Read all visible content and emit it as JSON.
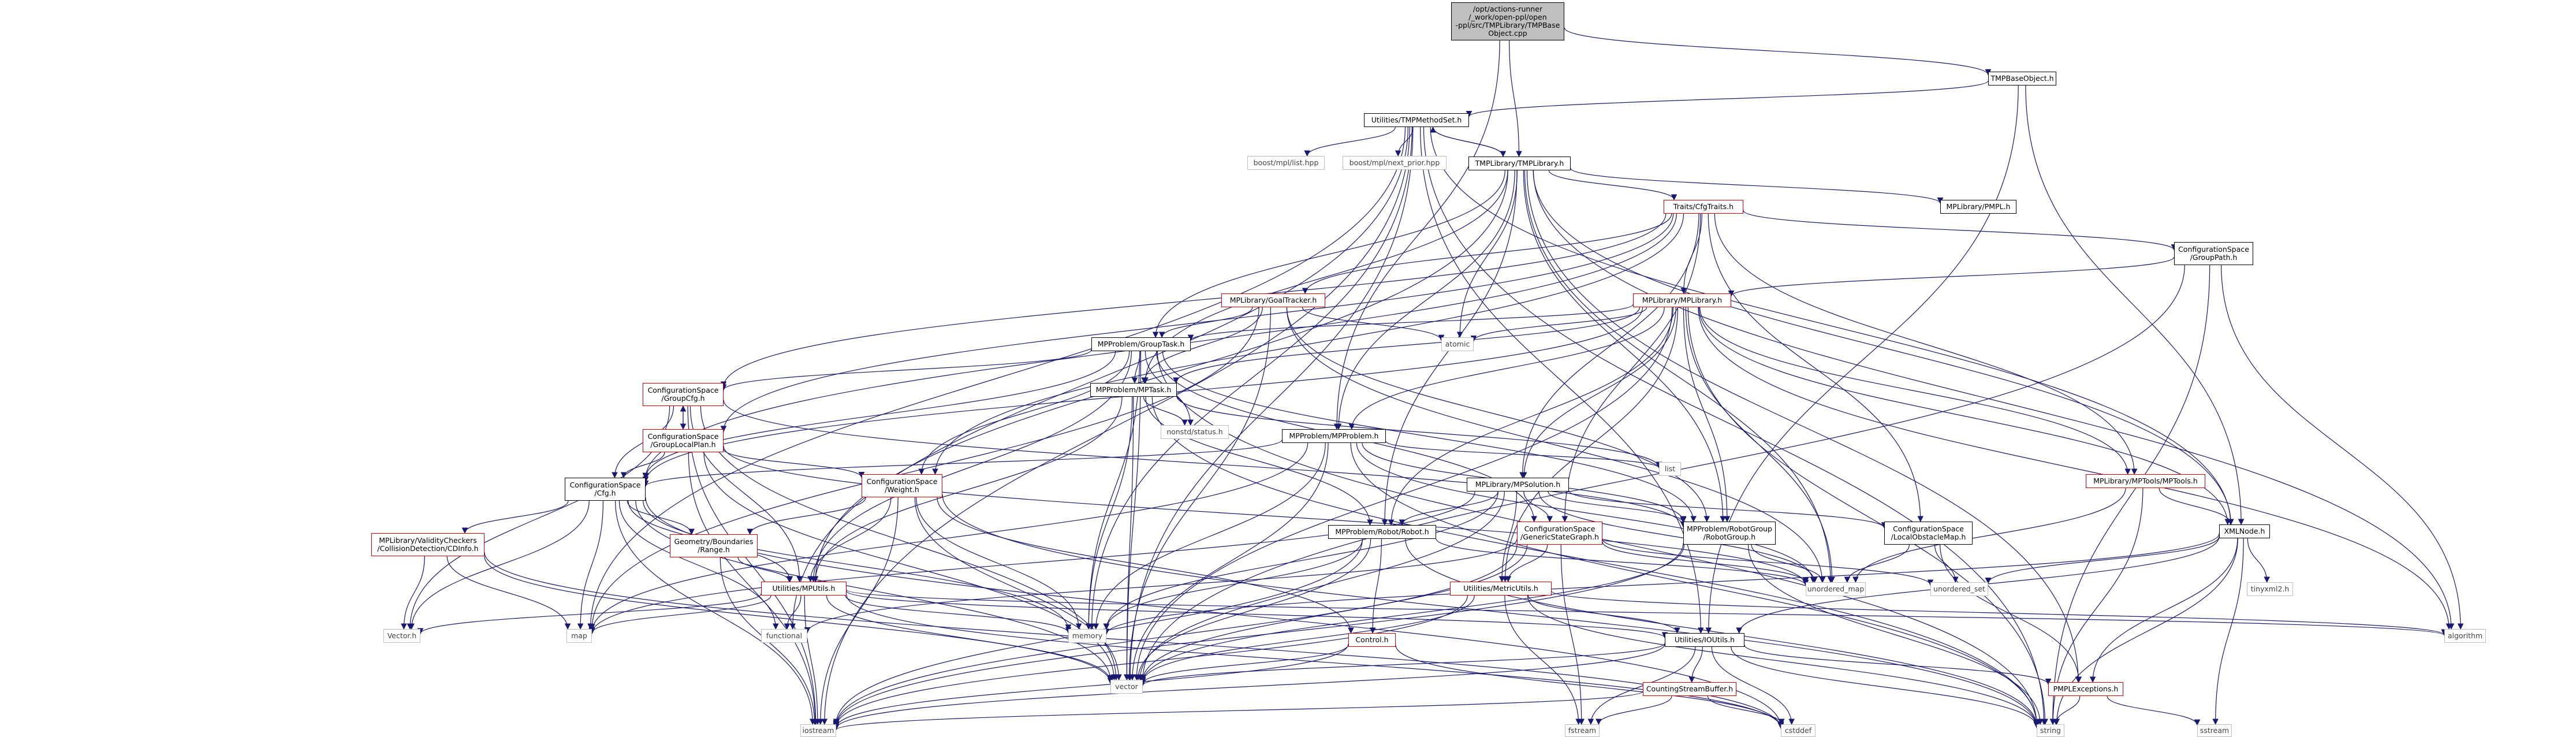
{
  "colors": {
    "edge": "#191970",
    "edge_alt": "#5b5b9a",
    "red_border": "#cc0000",
    "root_fill": "#bfbfbf"
  },
  "nodes": [
    {
      "id": "root",
      "label": "/opt/actions-runner\n/_work/open-ppl/open\n-ppl/src/TMPLibrary/TMPBase\nObject.cpp",
      "style": "root"
    },
    {
      "id": "tmpbaseobject_h",
      "label": "TMPBaseObject.h",
      "style": "normal"
    },
    {
      "id": "tmpmethodset",
      "label": "Utilities/TMPMethodSet.h",
      "style": "normal"
    },
    {
      "id": "tmplibrary_h",
      "label": "TMPLibrary/TMPLibrary.h",
      "style": "normal"
    },
    {
      "id": "boost_list",
      "label": "boost/mpl/list.hpp",
      "style": "grey"
    },
    {
      "id": "boost_next",
      "label": "boost/mpl/next_prior.hpp",
      "style": "grey"
    },
    {
      "id": "cfgtraits",
      "label": "Traits/CfgTraits.h",
      "style": "red"
    },
    {
      "id": "pmpl_h",
      "label": "MPLibrary/PMPL.h",
      "style": "normal"
    },
    {
      "id": "grouppath",
      "label": "ConfigurationSpace\n/GroupPath.h",
      "style": "normal"
    },
    {
      "id": "goaltracker",
      "label": "MPLibrary/GoalTracker.h",
      "style": "red"
    },
    {
      "id": "mplibrary",
      "label": "MPLibrary/MPLibrary.h",
      "style": "red"
    },
    {
      "id": "atomic",
      "label": "atomic",
      "style": "grey"
    },
    {
      "id": "grouptask",
      "label": "MPProblem/GroupTask.h",
      "style": "normal"
    },
    {
      "id": "groupcfg",
      "label": "ConfigurationSpace\n/GroupCfg.h",
      "style": "red"
    },
    {
      "id": "mptask",
      "label": "MPProblem/MPTask.h",
      "style": "normal"
    },
    {
      "id": "nonstd",
      "label": "nonstd/status.h",
      "style": "grey"
    },
    {
      "id": "grouplocalplan",
      "label": "ConfigurationSpace\n/GroupLocalPlan.h",
      "style": "red"
    },
    {
      "id": "mpproblem",
      "label": "MPProblem/MPProblem.h",
      "style": "normal"
    },
    {
      "id": "list",
      "label": "list",
      "style": "grey"
    },
    {
      "id": "cfg",
      "label": "ConfigurationSpace\n/Cfg.h",
      "style": "normal"
    },
    {
      "id": "weight",
      "label": "ConfigurationSpace\n/Weight.h",
      "style": "red"
    },
    {
      "id": "mpsolution",
      "label": "MPLibrary/MPSolution.h",
      "style": "normal"
    },
    {
      "id": "mptools",
      "label": "MPLibrary/MPTools/MPTools.h",
      "style": "red"
    },
    {
      "id": "validity",
      "label": "MPLibrary/ValidityCheckers\n/CollisionDetection/CDInfo.h",
      "style": "red"
    },
    {
      "id": "range",
      "label": "Geometry/Boundaries\n/Range.h",
      "style": "red"
    },
    {
      "id": "robot",
      "label": "MPProblem/Robot/Robot.h",
      "style": "normal"
    },
    {
      "id": "genericstategraph",
      "label": "ConfigurationSpace\n/GenericStateGraph.h",
      "style": "red"
    },
    {
      "id": "robotgroup",
      "label": "MPProblem/RobotGroup\n/RobotGroup.h",
      "style": "normal"
    },
    {
      "id": "localobstaclemap",
      "label": "ConfigurationSpace\n/LocalObstacleMap.h",
      "style": "normal"
    },
    {
      "id": "xmlnode",
      "label": "XMLNode.h",
      "style": "normal"
    },
    {
      "id": "mputils",
      "label": "Utilities/MPUtils.h",
      "style": "red"
    },
    {
      "id": "metricutils",
      "label": "Utilities/MetricUtils.h",
      "style": "red"
    },
    {
      "id": "unordered_map",
      "label": "unordered_map",
      "style": "grey"
    },
    {
      "id": "unordered_set",
      "label": "unordered_set",
      "style": "grey"
    },
    {
      "id": "tinyxml2",
      "label": "tinyxml2.h",
      "style": "grey"
    },
    {
      "id": "vector_h",
      "label": "Vector.h",
      "style": "grey"
    },
    {
      "id": "map",
      "label": "map",
      "style": "grey"
    },
    {
      "id": "functional",
      "label": "functional",
      "style": "grey"
    },
    {
      "id": "memory",
      "label": "memory",
      "style": "grey"
    },
    {
      "id": "control",
      "label": "Control.h",
      "style": "red"
    },
    {
      "id": "ioutils",
      "label": "Utilities/IOUtils.h",
      "style": "normal"
    },
    {
      "id": "algorithm",
      "label": "algorithm",
      "style": "grey"
    },
    {
      "id": "vector",
      "label": "vector",
      "style": "grey"
    },
    {
      "id": "countingstreambuffer",
      "label": "CountingStreamBuffer.h",
      "style": "red"
    },
    {
      "id": "pmplexceptions",
      "label": "PMPLExceptions.h",
      "style": "red"
    },
    {
      "id": "iostream",
      "label": "iostream",
      "style": "grey"
    },
    {
      "id": "fstream",
      "label": "fstream",
      "style": "grey"
    },
    {
      "id": "cstddef",
      "label": "cstddef",
      "style": "grey"
    },
    {
      "id": "string",
      "label": "string",
      "style": "grey"
    },
    {
      "id": "sstream",
      "label": "sstream",
      "style": "grey"
    }
  ],
  "edges": [
    [
      "root",
      "tmpbaseobject_h"
    ],
    [
      "root",
      "tmplibrary_h"
    ],
    [
      "root",
      "mpproblem"
    ],
    [
      "tmpbaseobject_h",
      "tmpmethodset"
    ],
    [
      "tmpbaseobject_h",
      "xmlnode"
    ],
    [
      "tmpbaseobject_h",
      "ioutils"
    ],
    [
      "tmpmethodset",
      "boost_list"
    ],
    [
      "tmpmethodset",
      "boost_next"
    ],
    [
      "tmpmethodset",
      "tmplibrary_h"
    ],
    [
      "tmpmethodset",
      "iostream"
    ],
    [
      "tmpmethodset",
      "string"
    ],
    [
      "tmpmethodset",
      "map"
    ],
    [
      "tmpmethodset",
      "memory"
    ],
    [
      "tmpmethodset",
      "vector"
    ],
    [
      "tmpmethodset",
      "xmlnode"
    ],
    [
      "tmpmethodset",
      "ioutils"
    ],
    [
      "tmpmethodset",
      "functional"
    ],
    [
      "tmplibrary_h",
      "tmpmethodset"
    ],
    [
      "tmplibrary_h",
      "cfgtraits"
    ],
    [
      "tmplibrary_h",
      "pmpl_h"
    ],
    [
      "tmplibrary_h",
      "grouptask"
    ],
    [
      "tmplibrary_h",
      "mptask"
    ],
    [
      "tmplibrary_h",
      "mpproblem"
    ],
    [
      "tmplibrary_h",
      "robot"
    ],
    [
      "tmplibrary_h",
      "robotgroup"
    ],
    [
      "tmplibrary_h",
      "mputils"
    ],
    [
      "tmplibrary_h",
      "atomic"
    ],
    [
      "tmplibrary_h",
      "xmlnode"
    ],
    [
      "tmplibrary_h",
      "unordered_map"
    ],
    [
      "tmplibrary_h",
      "algorithm"
    ],
    [
      "tmplibrary_h",
      "pmplexceptions"
    ],
    [
      "cfgtraits",
      "grouppath"
    ],
    [
      "cfgtraits",
      "goaltracker"
    ],
    [
      "cfgtraits",
      "mplibrary"
    ],
    [
      "cfgtraits",
      "groupcfg"
    ],
    [
      "cfgtraits",
      "grouplocalplan"
    ],
    [
      "cfgtraits",
      "weight"
    ],
    [
      "cfgtraits",
      "mpsolution"
    ],
    [
      "cfgtraits",
      "genericstategraph"
    ],
    [
      "cfgtraits",
      "localobstaclemap"
    ],
    [
      "cfgtraits",
      "mptools"
    ],
    [
      "cfgtraits",
      "cfg"
    ],
    [
      "grouppath",
      "mplibrary"
    ],
    [
      "grouppath",
      "algorithm"
    ],
    [
      "grouppath",
      "vector"
    ],
    [
      "grouppath",
      "string"
    ],
    [
      "goaltracker",
      "grouptask"
    ],
    [
      "goaltracker",
      "mptask"
    ],
    [
      "goaltracker",
      "atomic"
    ],
    [
      "goaltracker",
      "unordered_map"
    ],
    [
      "goaltracker",
      "vector"
    ],
    [
      "goaltracker",
      "map"
    ],
    [
      "goaltracker",
      "robotgroup"
    ],
    [
      "mplibrary",
      "grouptask"
    ],
    [
      "mplibrary",
      "mptask"
    ],
    [
      "mplibrary",
      "mpproblem"
    ],
    [
      "mplibrary",
      "mpsolution"
    ],
    [
      "mplibrary",
      "mptools"
    ],
    [
      "mplibrary",
      "atomic"
    ],
    [
      "mplibrary",
      "robot"
    ],
    [
      "mplibrary",
      "robotgroup"
    ],
    [
      "mplibrary",
      "unordered_map"
    ],
    [
      "mplibrary",
      "metricutils"
    ],
    [
      "mplibrary",
      "xmlnode"
    ],
    [
      "mplibrary",
      "algorithm"
    ],
    [
      "mplibrary",
      "string"
    ],
    [
      "mplibrary",
      "vector"
    ],
    [
      "mplibrary",
      "cfg"
    ],
    [
      "grouptask",
      "groupcfg"
    ],
    [
      "grouptask",
      "mptask"
    ],
    [
      "grouptask",
      "nonstd"
    ],
    [
      "grouptask",
      "weight"
    ],
    [
      "grouptask",
      "memory"
    ],
    [
      "grouptask",
      "vector"
    ],
    [
      "grouptask",
      "robotgroup"
    ],
    [
      "grouptask",
      "genericstategraph"
    ],
    [
      "grouptask",
      "mputils"
    ],
    [
      "grouptask",
      "string"
    ],
    [
      "grouptask",
      "cfg"
    ],
    [
      "groupcfg",
      "grouplocalplan"
    ],
    [
      "groupcfg",
      "cfg"
    ],
    [
      "groupcfg",
      "vector_h"
    ],
    [
      "groupcfg",
      "iostream"
    ],
    [
      "groupcfg",
      "robotgroup"
    ],
    [
      "groupcfg",
      "vector"
    ],
    [
      "groupcfg",
      "mputils"
    ],
    [
      "grouplocalplan",
      "groupcfg"
    ],
    [
      "grouplocalplan",
      "cfg"
    ],
    [
      "grouplocalplan",
      "weight"
    ],
    [
      "grouplocalplan",
      "vector"
    ],
    [
      "grouplocalplan",
      "iostream"
    ],
    [
      "grouplocalplan",
      "unordered_map"
    ],
    [
      "mptask",
      "nonstd"
    ],
    [
      "mptask",
      "memory"
    ],
    [
      "mptask",
      "vector"
    ],
    [
      "mptask",
      "string"
    ],
    [
      "mptask",
      "mputils"
    ],
    [
      "mptask",
      "list"
    ],
    [
      "mptask",
      "robot"
    ],
    [
      "mpproblem",
      "cfg"
    ],
    [
      "mpproblem",
      "list"
    ],
    [
      "mpproblem",
      "memory"
    ],
    [
      "mpproblem",
      "vector"
    ],
    [
      "mpproblem",
      "string"
    ],
    [
      "mpproblem",
      "unordered_map"
    ],
    [
      "mpproblem",
      "robotgroup"
    ],
    [
      "mpproblem",
      "map"
    ],
    [
      "cfg",
      "validity"
    ],
    [
      "cfg",
      "range"
    ],
    [
      "cfg",
      "mputils"
    ],
    [
      "cfg",
      "vector_h"
    ],
    [
      "cfg",
      "map"
    ],
    [
      "cfg",
      "iostream"
    ],
    [
      "cfg",
      "vector"
    ],
    [
      "cfg",
      "memory"
    ],
    [
      "cfg",
      "functional"
    ],
    [
      "cfg",
      "cstddef"
    ],
    [
      "weight",
      "range"
    ],
    [
      "weight",
      "mputils"
    ],
    [
      "weight",
      "iostream"
    ],
    [
      "weight",
      "vector"
    ],
    [
      "weight",
      "string"
    ],
    [
      "weight",
      "control"
    ],
    [
      "weight",
      "memory"
    ],
    [
      "mpsolution",
      "robot"
    ],
    [
      "mpsolution",
      "genericstategraph"
    ],
    [
      "mpsolution",
      "robotgroup"
    ],
    [
      "mpsolution",
      "localobstaclemap"
    ],
    [
      "mpsolution",
      "metricutils"
    ],
    [
      "mpsolution",
      "unordered_map"
    ],
    [
      "mpsolution",
      "memory"
    ],
    [
      "mpsolution",
      "vector"
    ],
    [
      "mpsolution",
      "map"
    ],
    [
      "mptools",
      "xmlnode"
    ],
    [
      "mptools",
      "unordered_map"
    ],
    [
      "mptools",
      "string"
    ],
    [
      "validity",
      "vector_h"
    ],
    [
      "validity",
      "map"
    ],
    [
      "validity",
      "vector"
    ],
    [
      "validity",
      "cstddef"
    ],
    [
      "range",
      "mputils"
    ],
    [
      "range",
      "iostream"
    ],
    [
      "robot",
      "control"
    ],
    [
      "robot",
      "memory"
    ],
    [
      "robot",
      "vector"
    ],
    [
      "robot",
      "string"
    ],
    [
      "robot",
      "unordered_map"
    ],
    [
      "robot",
      "iostream"
    ],
    [
      "genericstategraph",
      "metricutils"
    ],
    [
      "genericstategraph",
      "unordered_map"
    ],
    [
      "genericstategraph",
      "unordered_set"
    ],
    [
      "genericstategraph",
      "vector"
    ],
    [
      "genericstategraph",
      "iostream"
    ],
    [
      "genericstategraph",
      "fstream"
    ],
    [
      "genericstategraph",
      "functional"
    ],
    [
      "robotgroup",
      "vector"
    ],
    [
      "robotgroup",
      "string"
    ],
    [
      "robotgroup",
      "unordered_map"
    ],
    [
      "robotgroup",
      "iostream"
    ],
    [
      "localobstaclemap",
      "unordered_map"
    ],
    [
      "localobstaclemap",
      "unordered_set"
    ],
    [
      "localobstaclemap",
      "pmplexceptions"
    ],
    [
      "xmlnode",
      "tinyxml2"
    ],
    [
      "xmlnode",
      "pmplexceptions"
    ],
    [
      "xmlnode",
      "string"
    ],
    [
      "xmlnode",
      "unordered_set"
    ],
    [
      "xmlnode",
      "ioutils"
    ],
    [
      "xmlnode",
      "memory"
    ],
    [
      "xmlnode",
      "sstream"
    ],
    [
      "mputils",
      "vector_h"
    ],
    [
      "mputils",
      "map"
    ],
    [
      "mputils",
      "functional"
    ],
    [
      "mputils",
      "memory"
    ],
    [
      "mputils",
      "vector"
    ],
    [
      "mputils",
      "iostream"
    ],
    [
      "mputils",
      "ioutils"
    ],
    [
      "mputils",
      "algorithm"
    ],
    [
      "mputils",
      "cstddef"
    ],
    [
      "metricutils",
      "ioutils"
    ],
    [
      "metricutils",
      "iostream"
    ],
    [
      "metricutils",
      "fstream"
    ],
    [
      "metricutils",
      "string"
    ],
    [
      "metricutils",
      "vector"
    ],
    [
      "metricutils",
      "algorithm"
    ],
    [
      "control",
      "iostream"
    ],
    [
      "control",
      "vector"
    ],
    [
      "control",
      "cstddef"
    ],
    [
      "ioutils",
      "countingstreambuffer"
    ],
    [
      "ioutils",
      "pmplexceptions"
    ],
    [
      "ioutils",
      "vector"
    ],
    [
      "ioutils",
      "string"
    ],
    [
      "ioutils",
      "fstream"
    ],
    [
      "ioutils",
      "iostream"
    ],
    [
      "ioutils",
      "cstddef"
    ],
    [
      "countingstreambuffer",
      "iostream"
    ],
    [
      "countingstreambuffer",
      "fstream"
    ],
    [
      "countingstreambuffer",
      "cstddef"
    ],
    [
      "pmplexceptions",
      "string"
    ],
    [
      "pmplexceptions",
      "sstream"
    ]
  ]
}
